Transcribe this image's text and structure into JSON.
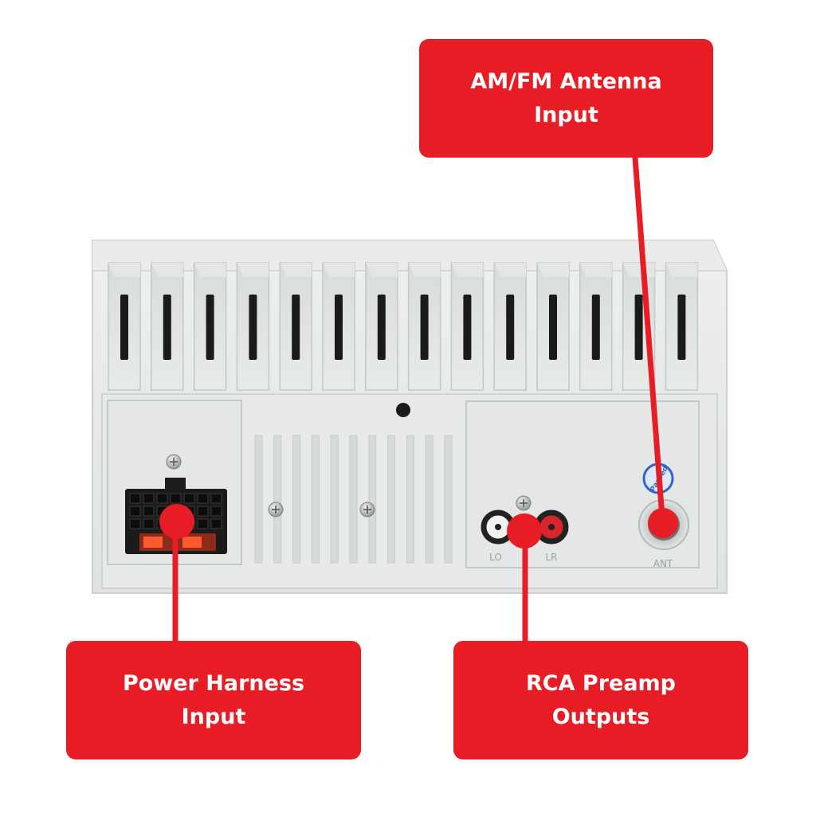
{
  "callouts": {
    "antenna": {
      "line1": "AM/FM Antenna",
      "line2": "Input"
    },
    "power": {
      "line1": "Power Harness",
      "line2": "Input"
    },
    "rca": {
      "line1": "RCA Preamp",
      "line2": "Outputs"
    }
  },
  "panel_markings": {
    "rca_left": "LO",
    "rca_right": "LR",
    "antenna": "ANT",
    "sticker": "Passed"
  },
  "colors": {
    "callout_red": "#e81c24",
    "chassis": "#e6e9e7",
    "slot_dark": "#1a1a1a",
    "rca_red": "#d8252b"
  },
  "icons": [
    "screw-icon",
    "harness-connector-icon",
    "rca-jack-icon",
    "antenna-socket-icon"
  ]
}
